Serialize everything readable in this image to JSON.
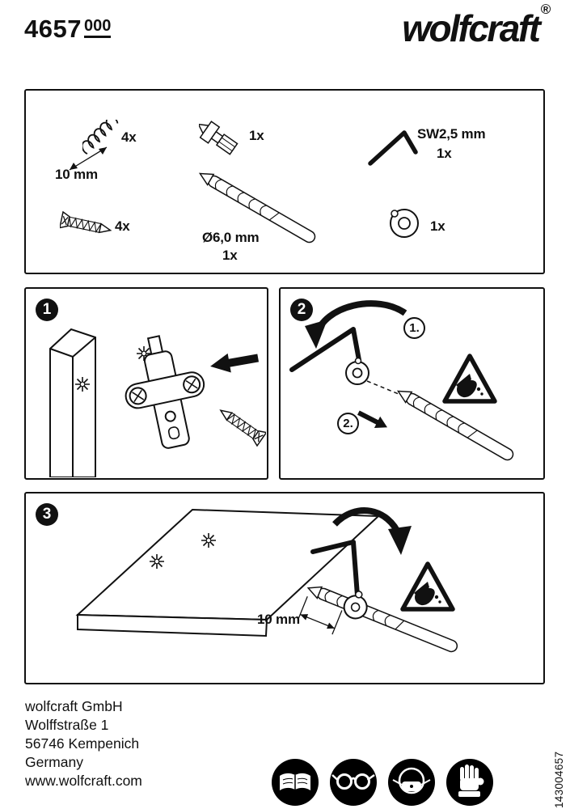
{
  "colors": {
    "ink": "#111111",
    "paper": "#ffffff"
  },
  "header": {
    "product_number": "4657",
    "product_variant": "000",
    "brand": "wolfcraft",
    "registered_mark": "®"
  },
  "parts_box": {
    "spring_qty": "4x",
    "spring_length": "10 mm",
    "hinge_bit_qty": "1x",
    "allen_key_size": "SW2,5 mm",
    "allen_key_qty": "1x",
    "screw_qty": "4x",
    "drill_size": "Ø6,0 mm",
    "drill_qty": "1x",
    "depth_stop_qty": "1x"
  },
  "steps": {
    "step1": {
      "number": "1"
    },
    "step2": {
      "number": "2",
      "sub1": "1.",
      "sub2": "2."
    },
    "step3": {
      "number": "3",
      "depth": "10 mm"
    }
  },
  "footer": {
    "company": "wolfcraft GmbH",
    "street": "Wolffstraße 1",
    "city": "56746 Kempenich",
    "country": "Germany",
    "website": "www.wolfcraft.com"
  },
  "safety_icons": [
    {
      "name": "read-manual-icon"
    },
    {
      "name": "safety-glasses-icon"
    },
    {
      "name": "dust-mask-icon"
    },
    {
      "name": "gloves-icon"
    }
  ],
  "side_code": "143004657"
}
